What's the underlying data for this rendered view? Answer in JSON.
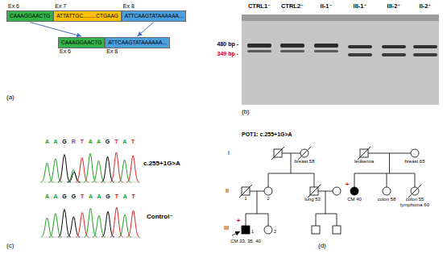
{
  "diagram": {
    "nodes": [
      {
        "text": [
          "Ex 6",
          "CAAAGGAACTG"
        ]
      },
      {
        "text": [
          "Ex 7",
          "ATTATTGC.........CTGAAG"
        ]
      },
      {
        "text": [
          "Ex 8",
          "ATTCAAGTATAAAAAA..."
        ]
      },
      {
        "text": [
          "CAAAGGAACTG",
          "Ex 6"
        ]
      },
      {
        "text": [
          "ATTCAAGTATAAAAAA...",
          "Ex 8"
        ]
      }
    ],
    "edges": [
      {
        "from": 0,
        "to": 3,
        "arrow": "to"
      },
      {
        "from": 2,
        "to": 4,
        "arrow": "to"
      }
    ],
    "labels": [
      "480 bp -",
      "349 bp -",
      "CTRL1⁻",
      "CTRL2⁻",
      "II-1⁻",
      "III-1⁺",
      "III-2⁺",
      "II-2⁺",
      "(a)",
      "(b)",
      "A A G R T A A G T A T",
      "c.255+1G>A",
      "A A G G T A A G T A T",
      "Control⁻",
      "(c)",
      "POT1: c.255+1G>A",
      "I",
      "II",
      "III",
      "breast 58",
      "leukemia",
      "breast 65",
      "1",
      "2",
      "lung 53",
      "+",
      "CM 40",
      "colon 58",
      "colon 55",
      "lymphoma 60",
      "1",
      "2",
      "+",
      "CM 33, 35, 40",
      "(d)"
    ]
  }
}
